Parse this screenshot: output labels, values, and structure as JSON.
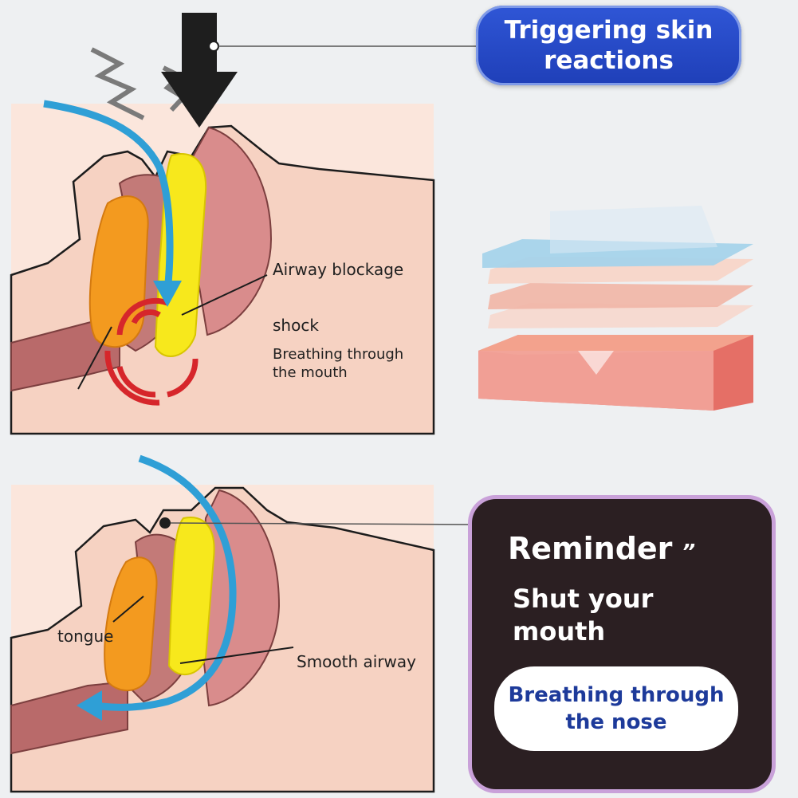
{
  "top_panel": {
    "label_blockage": "Airway blockage",
    "label_shock": "shock",
    "label_mouth_breathing_1": "Breathing through",
    "label_mouth_breathing_2": "the mouth"
  },
  "skin_callout": {
    "line1": "Triggering skin",
    "line2": "reactions"
  },
  "bottom_panel": {
    "label_tongue": "tongue",
    "label_smooth": "Smooth airway"
  },
  "reminder": {
    "title": "Reminder",
    "quote_mark": "”",
    "sub_line1": "Shut your",
    "sub_line2": "mouth",
    "nose_line1": "Breathing through",
    "nose_line2": "the nose"
  },
  "colors": {
    "skin": "#f6d2c2",
    "airway": "#b96a6a",
    "tongue": "#f39a1f",
    "palate": "#f7e81c",
    "air_arrow": "#2f9fd6",
    "alert_red": "#d6262b",
    "pill_blue": "#2346c8"
  }
}
